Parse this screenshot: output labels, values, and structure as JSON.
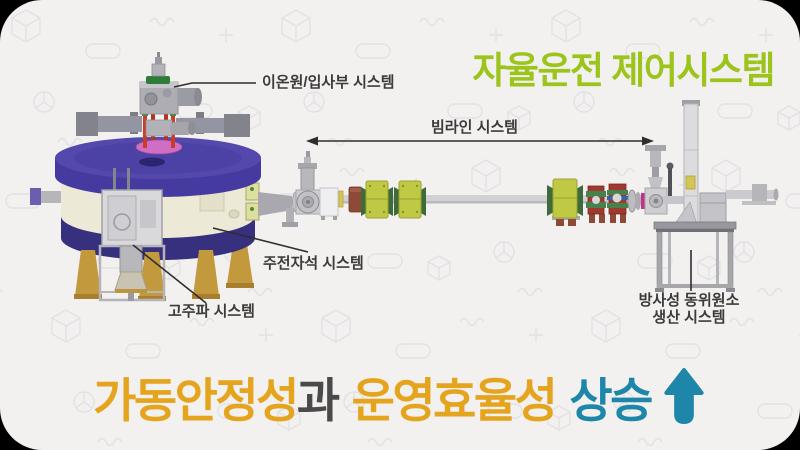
{
  "title": {
    "text": "자율운전 제어시스템"
  },
  "labels": {
    "ion_source": "이온원/입사부 시스템",
    "beamline": "빔라인 시스템",
    "main_magnet": "주전자석 시스템",
    "rf": "고주파 시스템",
    "isotope_line1": "방사성 동위원소",
    "isotope_line2": "생산 시스템"
  },
  "headline": {
    "part1": "가동안정성",
    "part2": "과",
    "part3": "운영효율성",
    "part4": "상승",
    "arrow_icon": "up-arrow"
  },
  "colors": {
    "title_green": "#9cc41d",
    "orange": "#e5a41e",
    "dark_gray": "#4a4a4a",
    "teal": "#1e86a9",
    "label_text": "#3b3b3b",
    "card_background": "#f2f1ef",
    "cyclotron_indigo": "#453aa0",
    "cyclotron_indigo_dark": "#37307e",
    "cyclotron_cream": "#ece9d6",
    "leg_gold": "#c29a3d",
    "quadrupole_green": "#bfc944",
    "steering_magnet_red": "#9e3a30",
    "pink_platform": "#cf6ec2"
  }
}
